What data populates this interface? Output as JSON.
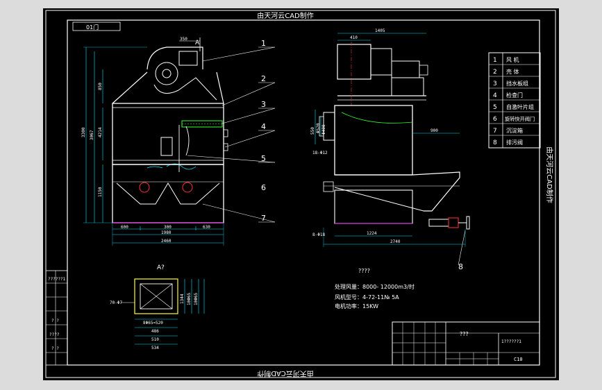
{
  "drawing": {
    "title_top": "由天河云CAD制作",
    "title_bottom": "由天河云CAD制作",
    "title_side": "由天河云CAD制作",
    "box_tag": "01门",
    "view_label_a": "A",
    "view_label_a2": "A?",
    "unknown_label": "????",
    "titleblock_name": "???",
    "titleblock_code": "1??????1",
    "titleblock_scale": "C10"
  },
  "parts": [
    {
      "no": "1",
      "name": "风 机"
    },
    {
      "no": "2",
      "name": "壳 体"
    },
    {
      "no": "3",
      "name": "挡水板组"
    },
    {
      "no": "4",
      "name": "检查门"
    },
    {
      "no": "5",
      "name": "自激叶片组"
    },
    {
      "no": "6",
      "name": "旋转快开阀门"
    },
    {
      "no": "7",
      "name": "沉淀箱"
    },
    {
      "no": "8",
      "name": "排污阀"
    }
  ],
  "callouts": [
    "1",
    "2",
    "3",
    "4",
    "5",
    "6",
    "7",
    "8"
  ],
  "specs": [
    "处理风量：8000- 12000m3/时",
    "风机型号：4-72-11№ 5A",
    "电机功率：15KW"
  ],
  "dims": {
    "front": [
      "350",
      "3300",
      "3067",
      "850",
      "4214",
      "1150",
      "600",
      "300",
      "630",
      "1980",
      "2460"
    ],
    "side": [
      "1405",
      "410",
      "900",
      "550",
      "Φ520",
      "18-Φ12",
      "Φ400",
      "1224",
      "2740",
      "8-Φ18"
    ],
    "detail": [
      "70-Φ7",
      "8Φ65=520",
      "486",
      "510",
      "534",
      "1344",
      "10Φ65",
      "10Φ65"
    ]
  },
  "left_strip": [
    "??????1",
    "? ?",
    "????",
    "? ?"
  ],
  "colors": {
    "frame": "#ffffff",
    "cad_cyan": "#00e5ff",
    "cad_yellow": "#ffff33",
    "cad_magenta": "#ff33ff",
    "cad_green": "#33ff33",
    "cad_red": "#ff3333",
    "background": "#000000"
  }
}
